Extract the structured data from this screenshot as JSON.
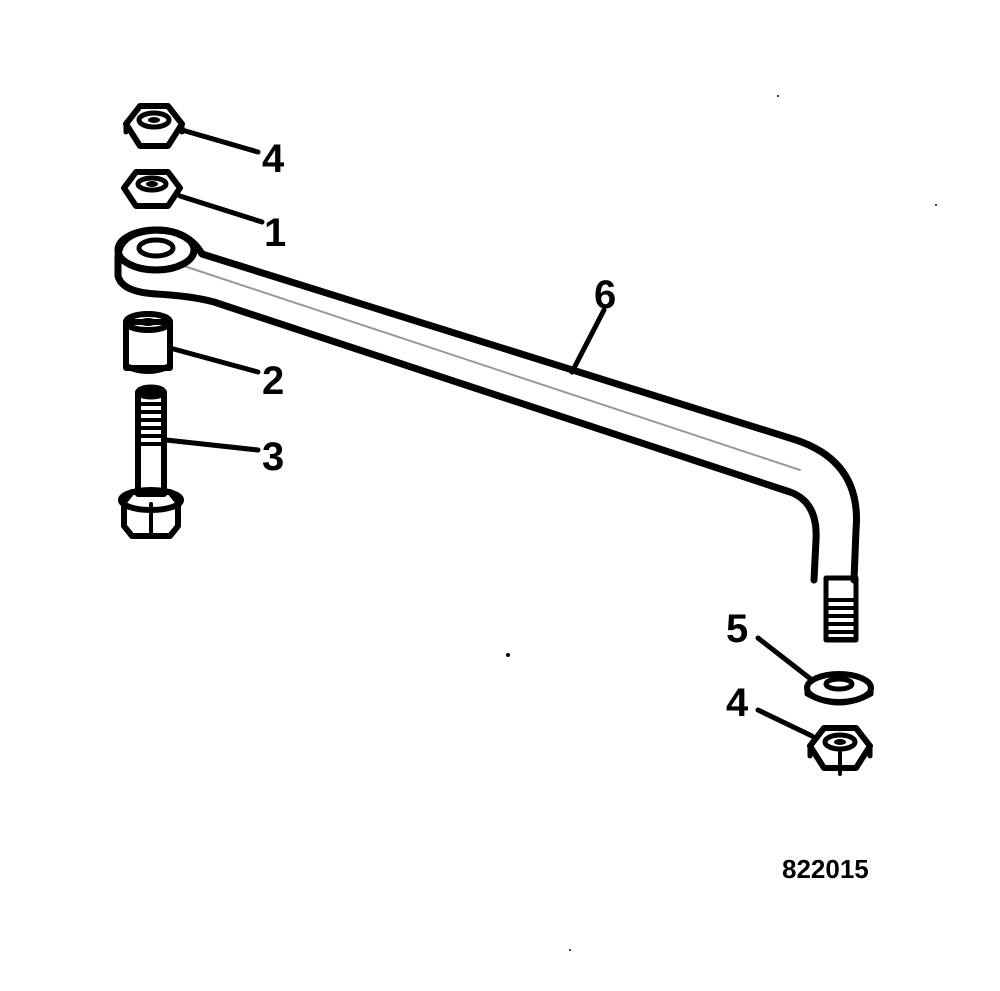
{
  "figure_number": "822015",
  "callouts": {
    "nut_top": "4",
    "nut_small": "1",
    "spacer": "2",
    "bolt": "3",
    "link_rod": "6",
    "washer": "5",
    "nut_bottom": "4"
  },
  "colors": {
    "ink": "#000000",
    "paper": "#ffffff"
  }
}
